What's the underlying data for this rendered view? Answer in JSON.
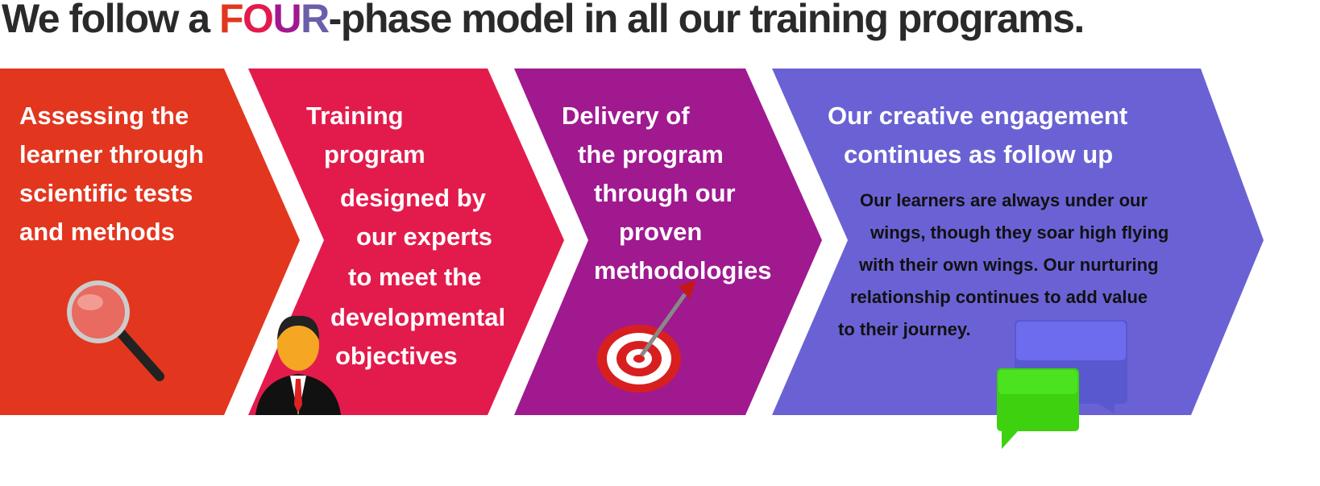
{
  "title": {
    "prefix": "We follow a ",
    "letters": [
      "F",
      "O",
      "U",
      "R"
    ],
    "suffix": "-phase model in all our training programs."
  },
  "colors": {
    "phase1": "#e2361f",
    "phase2": "#e31b4c",
    "phase3": "#a0198f",
    "phase4": "#6a62d4",
    "title_r": "#6a5fa8"
  },
  "phases": [
    {
      "lines": [
        "Assessing the",
        "learner through",
        "scientific tests",
        "and methods"
      ],
      "icon": "magnifier-icon"
    },
    {
      "lines": [
        "Training",
        "program",
        "designed by",
        "our experts",
        "to meet the",
        "developmental",
        "objectives"
      ],
      "icon": "businessman-icon"
    },
    {
      "lines": [
        "Delivery of",
        "the program",
        "through our",
        "proven",
        "methodologies"
      ],
      "icon": "target-dart-icon"
    },
    {
      "lines": [
        "Our creative engagement",
        "continues as follow up"
      ],
      "body": [
        "Our learners are always under our",
        "wings, though they soar high flying",
        "with their own wings. Our nurturing",
        "relationship continues to add value",
        "to their journey."
      ],
      "icon": "speech-bubbles-icon"
    }
  ]
}
